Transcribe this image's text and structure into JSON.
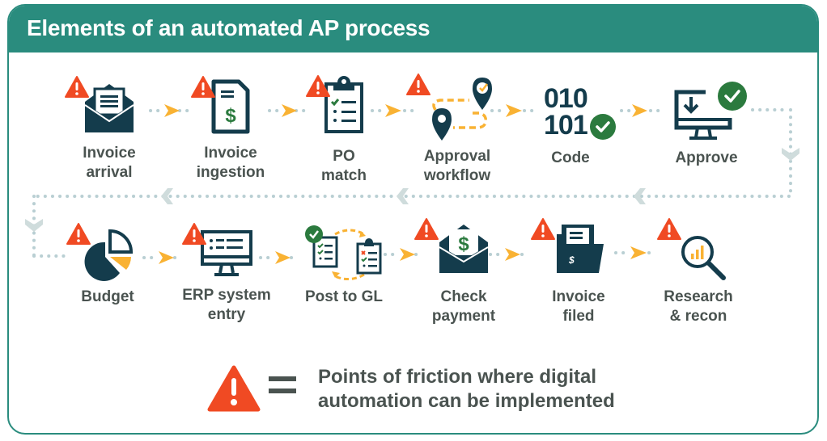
{
  "title": "Elements of an automated AP process",
  "colors": {
    "brand": "#2a8c7e",
    "icon_dark": "#143c4c",
    "warning": "#f04a23",
    "check_green": "#2b7a3e",
    "arrow_yellow": "#f9b233",
    "connector": "#b9cfd3",
    "text": "#4a5350"
  },
  "row1": [
    {
      "label_line1": "Invoice",
      "label_line2": "arrival",
      "icon": "envelope-document-icon",
      "friction": true
    },
    {
      "label_line1": "Invoice",
      "label_line2": "ingestion",
      "icon": "invoice-dollar-icon",
      "friction": true
    },
    {
      "label_line1": "PO",
      "label_line2": "match",
      "icon": "clipboard-checklist-icon",
      "friction": true
    },
    {
      "label_line1": "Approval",
      "label_line2": "workflow",
      "icon": "map-pins-route-icon",
      "friction": true
    },
    {
      "label_line1": "Code",
      "label_line2": "",
      "icon": "binary-code-check-icon",
      "friction": false,
      "binary_top": "010",
      "binary_bottom": "101"
    },
    {
      "label_line1": "Approve",
      "label_line2": "",
      "icon": "monitor-download-check-icon",
      "friction": false
    }
  ],
  "row2": [
    {
      "label_line1": "Budget",
      "label_line2": "",
      "icon": "pie-chart-icon",
      "friction": true
    },
    {
      "label_line1": "ERP system",
      "label_line2": "entry",
      "icon": "monitor-list-icon",
      "friction": true
    },
    {
      "label_line1": "Post to GL",
      "label_line2": "",
      "icon": "clipboards-cycle-icon",
      "friction": false
    },
    {
      "label_line1": "Check",
      "label_line2": "payment",
      "icon": "envelope-dollar-icon",
      "friction": true
    },
    {
      "label_line1": "Invoice",
      "label_line2": "filed",
      "icon": "folder-dollar-icon",
      "friction": true
    },
    {
      "label_line1": "Research",
      "label_line2": "& recon",
      "icon": "magnifier-chart-icon",
      "friction": true
    }
  ],
  "legend": {
    "icon": "warning-triangle-icon",
    "equals": "=",
    "line1": "Points of friction where digital",
    "line2": "automation can be implemented"
  }
}
